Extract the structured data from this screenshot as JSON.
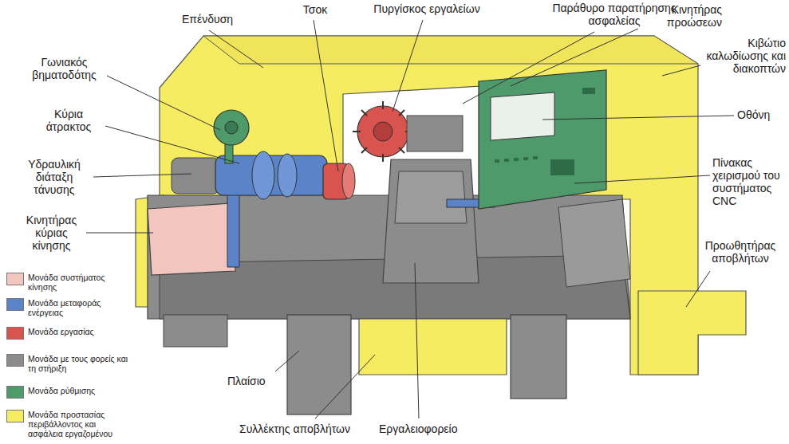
{
  "diagram": {
    "labels": [
      "Επένδυση",
      "Τσοκ",
      "Πυργίσκος εργαλείων",
      "Παράθυρο παρατήρησης ασφαλείας",
      "Κινητήρας προώσεων",
      "Κιβώτιο καλωδίωσης και διακοπτών",
      "Οθόνη",
      "Πίνακας χειρισμού του συστήματος CNC",
      "Γωνιακός βηματοδότης",
      "Κύρια άτρακτος",
      "Υδραυλική διάταξη τάνυσης",
      "Κινητήρας κύριας κίνησης",
      "Προωθητήρας αποβλήτων",
      "Πλαίσιο",
      "Συλλέκτης αποβλήτων",
      "Εργαλειοφορείο"
    ],
    "legend": [
      {
        "text": "Μονάδα συστήματος κίνησης",
        "color": "#f2c6bf"
      },
      {
        "text": "Μονάδα μεταφοράς ενέργειας",
        "color": "#5b84c8"
      },
      {
        "text": "Μονάδα εργασίας",
        "color": "#d9534f"
      },
      {
        "text": "Μονάδα με τους φορείς και τη στήριξη",
        "color": "#8c8c8c"
      },
      {
        "text": "Μονάδα ρύθμισης",
        "color": "#4f9a6a"
      },
      {
        "text": "Μονάδα προστασίας περιβάλλοντος και ασφάλεια εργαζομένου",
        "color": "#f5ec62"
      }
    ]
  }
}
